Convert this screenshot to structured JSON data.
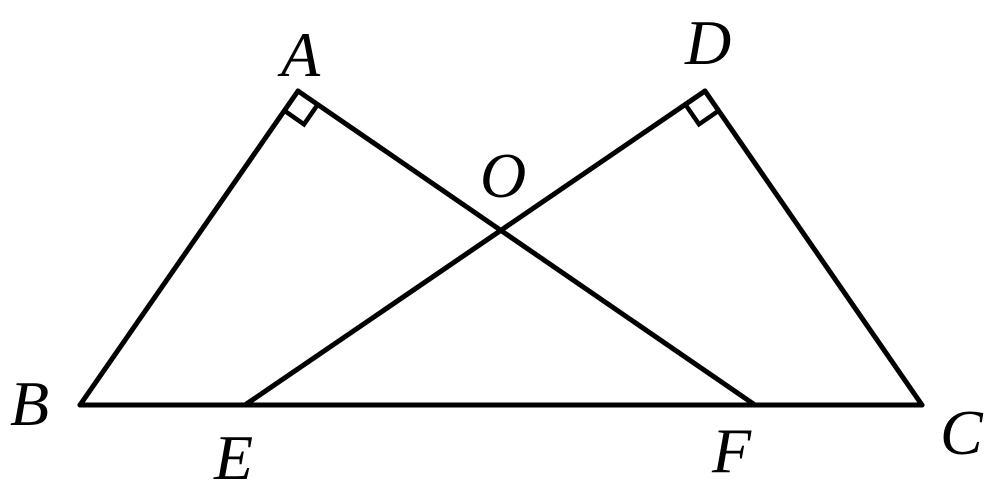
{
  "diagram": {
    "points": {
      "A": "A",
      "B": "B",
      "C": "C",
      "D": "D",
      "E": "E",
      "F": "F",
      "O": "O"
    },
    "segments": [
      [
        "B",
        "C"
      ],
      [
        "B",
        "A"
      ],
      [
        "A",
        "F"
      ],
      [
        "E",
        "D"
      ],
      [
        "D",
        "C"
      ]
    ],
    "right_angles": [
      "A",
      "D"
    ],
    "line_color": "#000000"
  }
}
